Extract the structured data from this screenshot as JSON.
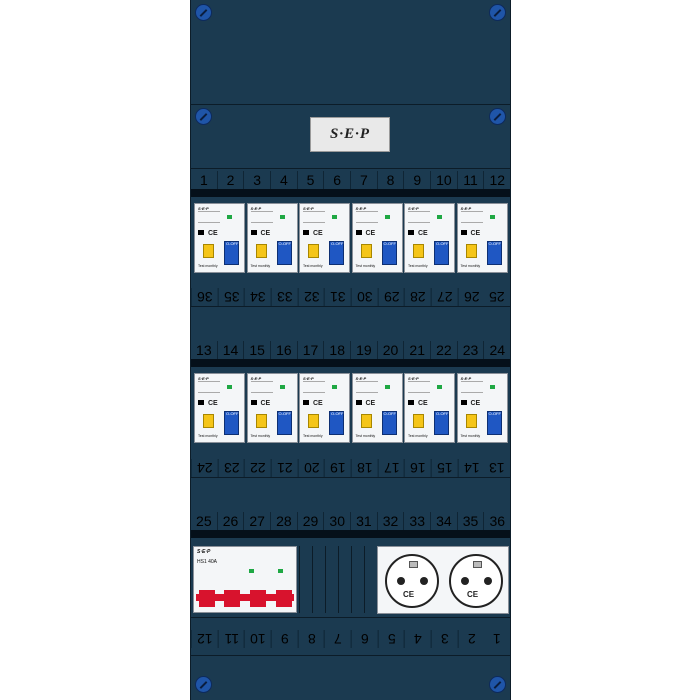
{
  "logo": {
    "text": "S·E·P"
  },
  "row_numbers": {
    "top_row1": [
      "1",
      "2",
      "3",
      "4",
      "5",
      "6",
      "7",
      "8",
      "9",
      "10",
      "11",
      "12"
    ],
    "bottom_row1": [
      "36",
      "35",
      "34",
      "33",
      "32",
      "31",
      "30",
      "29",
      "28",
      "27",
      "26",
      "25"
    ],
    "top_row2": [
      "13",
      "14",
      "15",
      "16",
      "17",
      "18",
      "19",
      "20",
      "21",
      "22",
      "23",
      "24"
    ],
    "bottom_row2": [
      "24",
      "23",
      "22",
      "21",
      "20",
      "19",
      "18",
      "17",
      "16",
      "15",
      "14",
      "13"
    ],
    "top_row3": [
      "25",
      "26",
      "27",
      "28",
      "29",
      "30",
      "31",
      "32",
      "33",
      "34",
      "35",
      "36"
    ],
    "bottom_row3": [
      "12",
      "11",
      "10",
      "9",
      "8",
      "7",
      "6",
      "5",
      "4",
      "3",
      "2",
      "1"
    ]
  },
  "breaker": {
    "brand": "S·E·P",
    "off": "O-OFF",
    "test": "Test monthly"
  },
  "main_switch": {
    "brand": "S·E·P",
    "label": "HS1 40A"
  },
  "colors": {
    "panel": "#1b3a50",
    "yellow_lever": "#f5c518",
    "blue_lever": "#1f57c3",
    "red_lever": "#d8132d",
    "screw": "#1f55a8"
  }
}
